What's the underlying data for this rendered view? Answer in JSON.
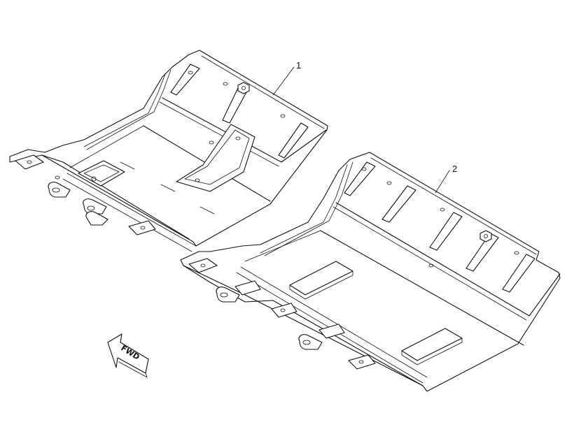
{
  "callouts": [
    {
      "id": "1",
      "label": "1"
    },
    {
      "id": "2",
      "label": "2"
    }
  ],
  "direction_arrow": {
    "label": "FWD"
  },
  "colors": {
    "line": "#111111",
    "background": "#ffffff"
  }
}
